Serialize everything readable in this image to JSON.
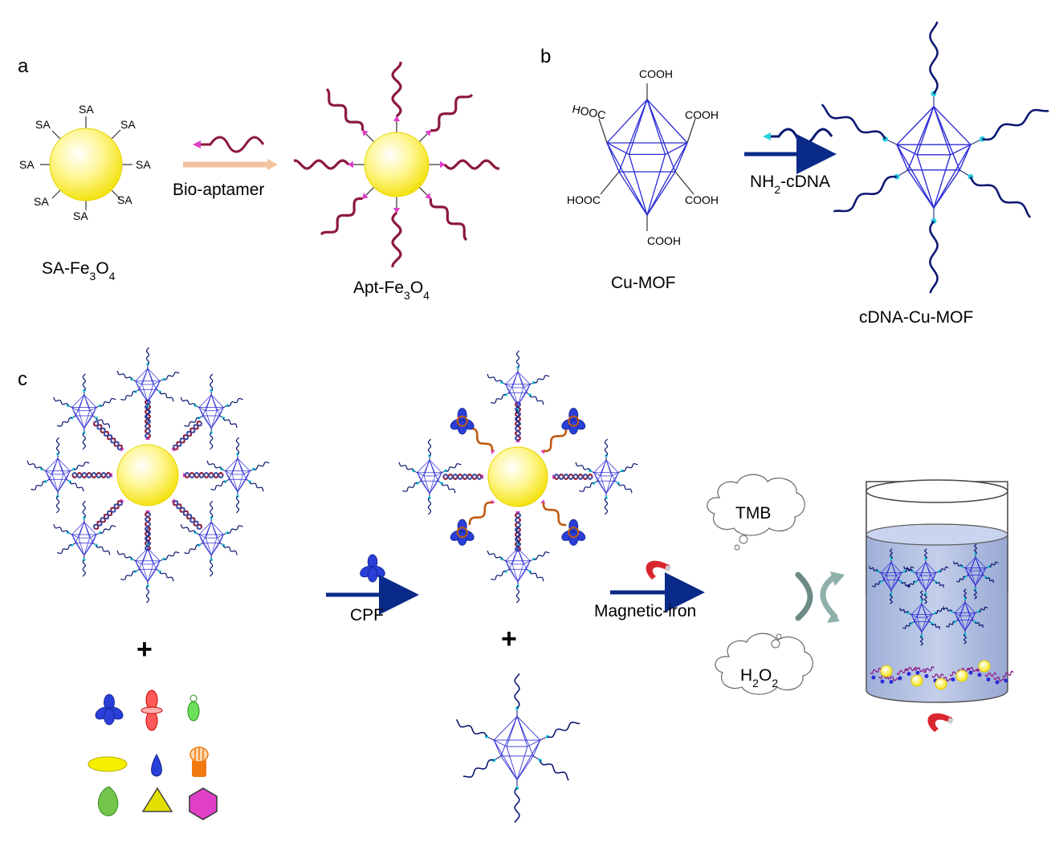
{
  "panels": {
    "a": "a",
    "b": "b",
    "c": "c"
  },
  "panel_a": {
    "sa_label": "SA",
    "sa_fe3o4": {
      "prefix": "SA-Fe",
      "sub1": "3",
      "mid": "O",
      "sub2": "4"
    },
    "arrow_label": "Bio-aptamer",
    "apt_fe3o4": {
      "prefix": "Apt-Fe",
      "sub1": "3",
      "mid": "O",
      "sub2": "4"
    }
  },
  "panel_b": {
    "cooh": "COOH",
    "hooc": "HOOC",
    "cu_mof": "Cu-MOF",
    "arrow_label": {
      "prefix": "NH",
      "sub": "2",
      "suffix": "-cDNA"
    },
    "cdna_cu_mof": "cDNA-Cu-MOF"
  },
  "panel_c": {
    "plus": "+",
    "arrow1_label": "CPF",
    "arrow2_label": "Magnetic-iron",
    "tmb": "TMB",
    "h2o2": {
      "p1": "H",
      "s1": "2",
      "p2": "O",
      "s2": "2"
    }
  },
  "colors": {
    "bead": "#f2e600",
    "aptamer": "#8b1a3a",
    "linker": "#e040c8",
    "mof": "#2b2bd6",
    "cdna": "#0a1670",
    "cdna_linker": "#28d0e0",
    "arrow_blue": "#0a2a8a",
    "arrow_peach": "#f3c29e",
    "pesticide": "#2a3fd8",
    "aptamer_bound": "#c05a10"
  }
}
